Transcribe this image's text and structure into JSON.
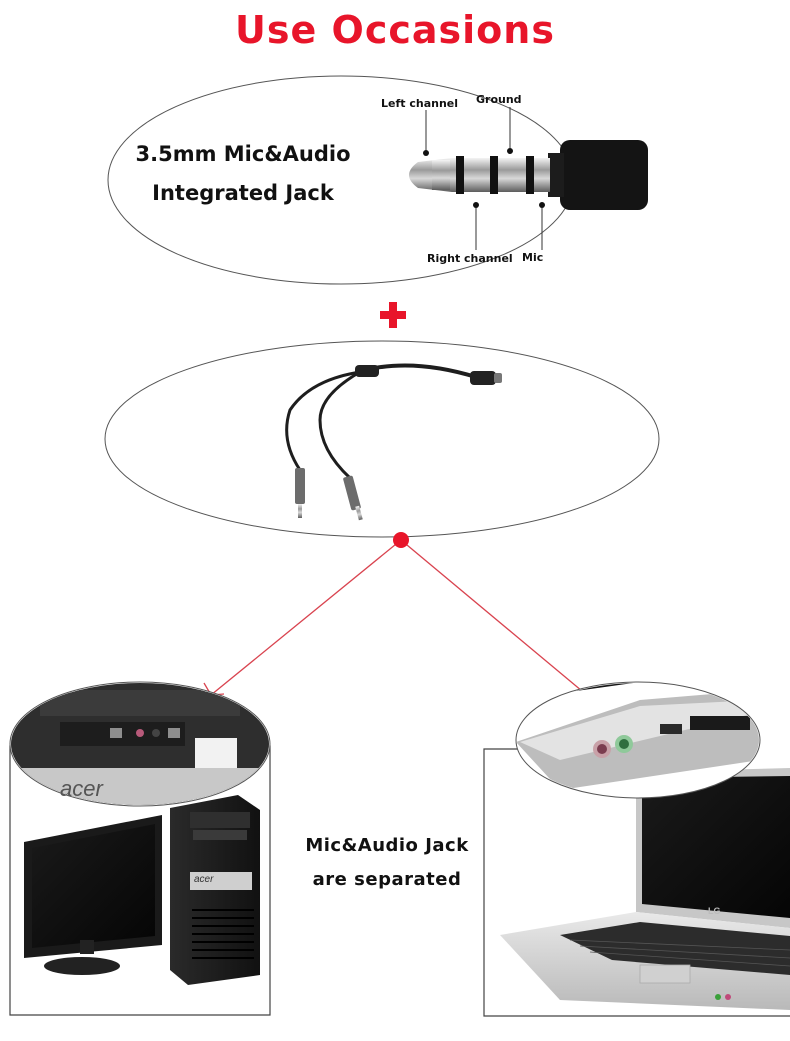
{
  "title": "Use Occasions",
  "jack": {
    "label_line1": "3.5mm Mic&Audio",
    "label_line2": "Integrated Jack",
    "pins": {
      "left_channel": "Left channel",
      "ground": "Ground",
      "right_channel": "Right channel",
      "mic": "Mic"
    }
  },
  "adapter": {
    "plus_symbol": "+"
  },
  "separated": {
    "line1": "Mic&Audio Jack",
    "line2": "are separated"
  },
  "devices": {
    "desktop_brand": "acer",
    "laptop_brand": "LG"
  },
  "colors": {
    "accent": "#e8152a",
    "arrow": "#d9434f"
  }
}
